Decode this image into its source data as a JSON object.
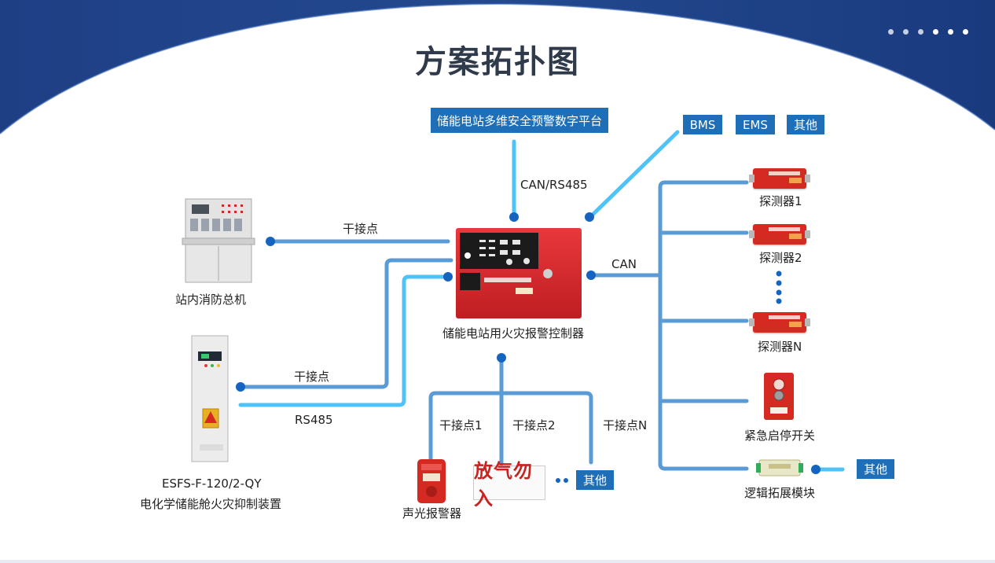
{
  "title": "方案拓扑图",
  "platform": "储能电站多维安全预警数字平台",
  "bus_can_rs485": "CAN/RS485",
  "bms": "BMS",
  "ems": "EMS",
  "other_top": "其他",
  "controller_label": "储能电站用火灾报警控制器",
  "fire_host_label": "站内消防总机",
  "dry_contact_top": "干接点",
  "dry_contact_mid": "干接点",
  "rs485": "RS485",
  "suppression_model": "ESFS-F-120/2-QY",
  "suppression_name": "电化学储能舱火灾抑制装置",
  "can": "CAN",
  "detector1": "探测器1",
  "detector2": "探测器2",
  "detectorN": "探测器N",
  "estop": "紧急启停开关",
  "logic": "逻辑拓展模块",
  "other_logic": "其他",
  "dry1": "干接点1",
  "dry2": "干接点2",
  "dryN": "干接点N",
  "alarm_label": "声光报警器",
  "sign_text": "放气勿入",
  "other_bottom": "其他",
  "colors": {
    "accent": "#1e6fb8",
    "line_blue": "#5b9bd5",
    "line_cyan": "#4fc3f7",
    "dot": "#1565c0",
    "device_red": "#d42a22"
  }
}
